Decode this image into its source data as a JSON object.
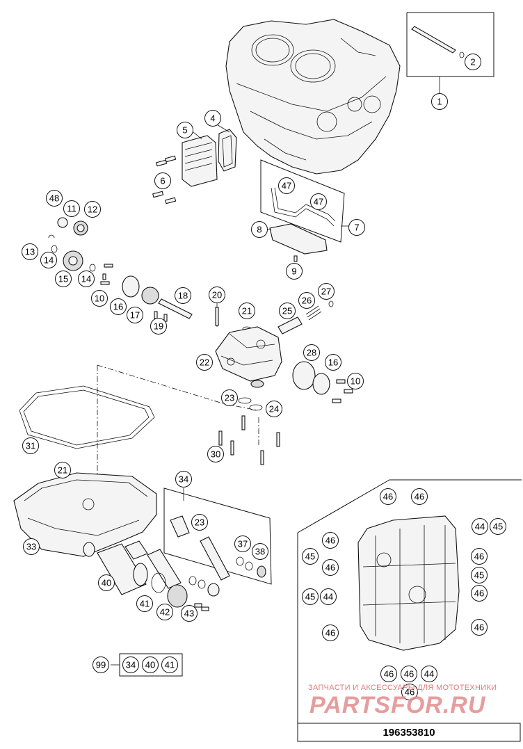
{
  "diagram": {
    "doc_number": "196353810",
    "watermark_text": "ЗАПЧАСТИ И АКСЕССУАРЫ ДЛЯ МОТОТЕХНИКИ",
    "watermark_logo": "PARTSFOR.RU",
    "watermark_color": "#e07a7a",
    "kit_label": "99",
    "kit_items": [
      "34",
      "40",
      "41"
    ],
    "callouts": [
      "1",
      "2",
      "4",
      "5",
      "6",
      "7",
      "8",
      "9",
      "10",
      "10",
      "11",
      "12",
      "13",
      "14",
      "14",
      "15",
      "16",
      "16",
      "17",
      "18",
      "19",
      "20",
      "21",
      "21",
      "22",
      "23",
      "23",
      "24",
      "25",
      "26",
      "27",
      "28",
      "30",
      "31",
      "33",
      "34",
      "37",
      "38",
      "40",
      "41",
      "42",
      "43",
      "47",
      "47",
      "48"
    ],
    "detail_callouts": [
      "46",
      "46",
      "44",
      "45",
      "46",
      "45",
      "46",
      "46",
      "45",
      "46",
      "45",
      "44",
      "46",
      "46",
      "46",
      "46",
      "44",
      "46",
      "45"
    ]
  }
}
